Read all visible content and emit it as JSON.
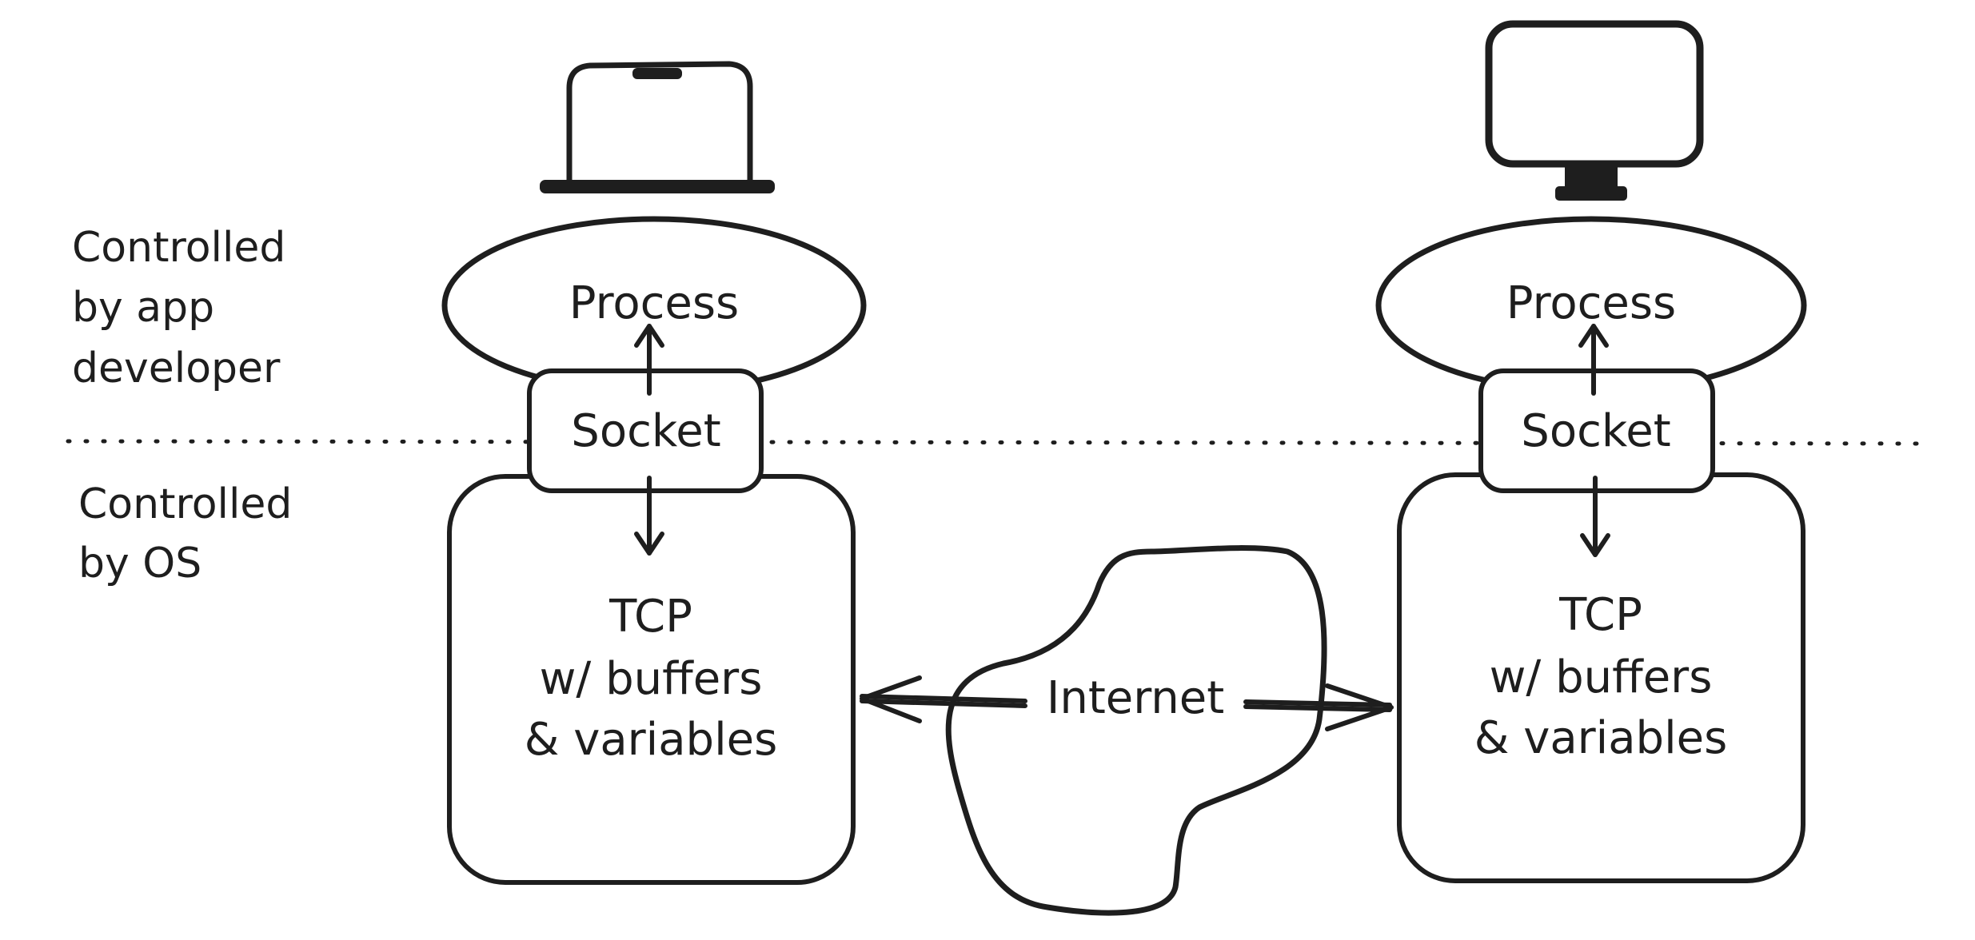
{
  "side_labels": {
    "app": [
      "Controlled",
      "by app",
      "developer"
    ],
    "os": [
      "Controlled",
      "by OS"
    ]
  },
  "left_host": {
    "device": "laptop-icon",
    "process": "Process",
    "socket": "Socket",
    "tcp": [
      "TCP",
      "w/ buffers",
      "& variables"
    ]
  },
  "right_host": {
    "device": "monitor-icon",
    "process": "Process",
    "socket": "Socket",
    "tcp": [
      "TCP",
      "w/ buffers",
      "& variables"
    ]
  },
  "network": {
    "label": "Internet",
    "icon": "cloud-shape"
  },
  "colors": {
    "ink": "#1e1e1e",
    "background": "#ffffff"
  }
}
